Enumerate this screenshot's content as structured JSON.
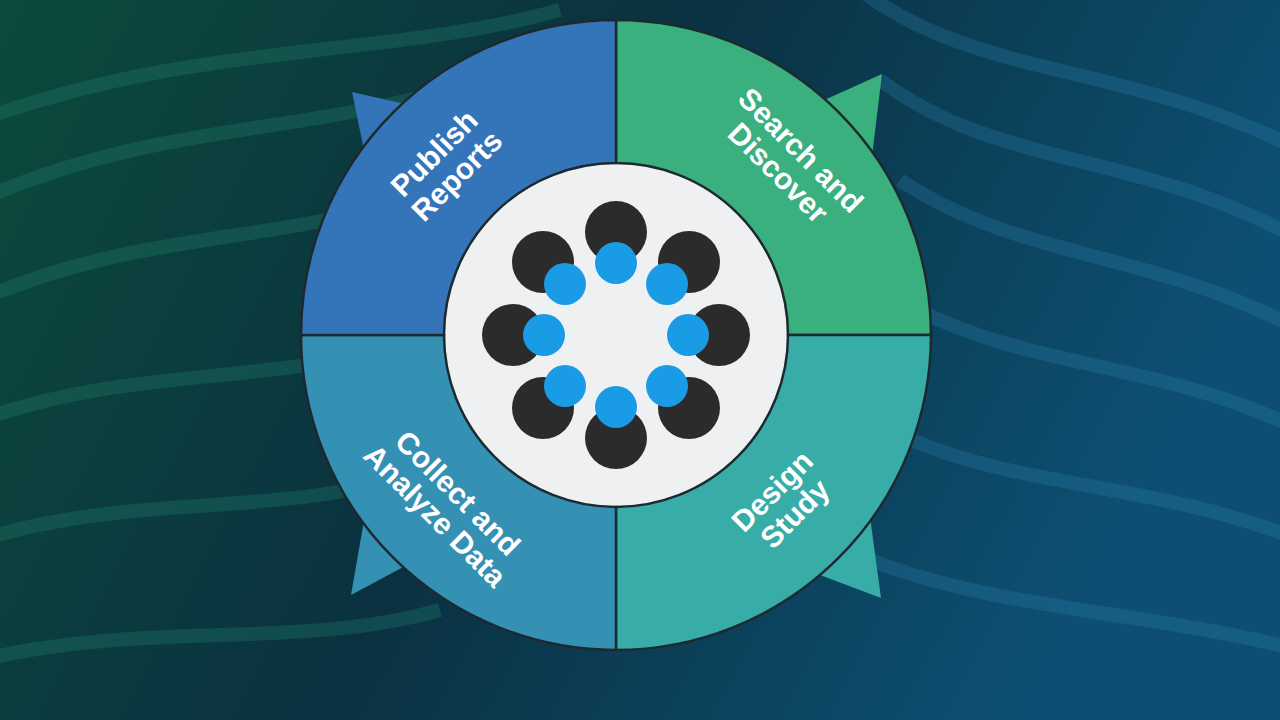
{
  "diagram": {
    "nodes": [
      {
        "text": [
          "Search and Discover"
        ]
      },
      {
        "text": [
          "Design Study"
        ]
      },
      {
        "text": [
          "Collect and Analyze Data"
        ]
      },
      {
        "text": [
          "Publish Reports"
        ]
      }
    ]
  }
}
